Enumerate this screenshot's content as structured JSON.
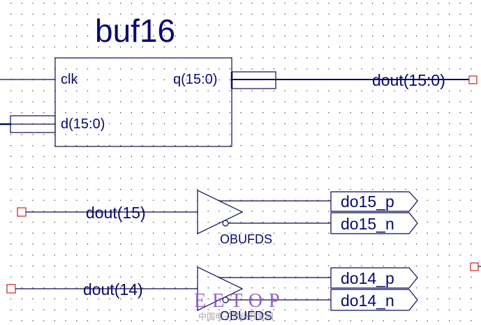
{
  "schematic": {
    "instance": {
      "name": "buf16",
      "ports": {
        "clk": "clk",
        "d": "d(15:0)",
        "q": "q(15:0)"
      }
    },
    "nets": {
      "dout_bus": "dout(15:0)",
      "dout15": "dout(15)",
      "dout14": "dout(14)"
    },
    "buffers": [
      {
        "type": "OBUFDS",
        "input_net": "dout(15)",
        "outputs": [
          "do15_p",
          "do15_n"
        ]
      },
      {
        "type": "OBUFDS",
        "input_net": "dout(14)",
        "outputs": [
          "do14_p",
          "do14_n"
        ]
      }
    ]
  },
  "watermark": {
    "title": "EETOP",
    "subtitle": "中国电子顶级开发网"
  },
  "colors": {
    "wire": "#0a0a5a",
    "text": "#0a0a6e",
    "port_marker": "#cc2222",
    "grid_dot": "#000000",
    "watermark_title": "#8a4fd0",
    "watermark_sub": "#8c8c8c"
  }
}
